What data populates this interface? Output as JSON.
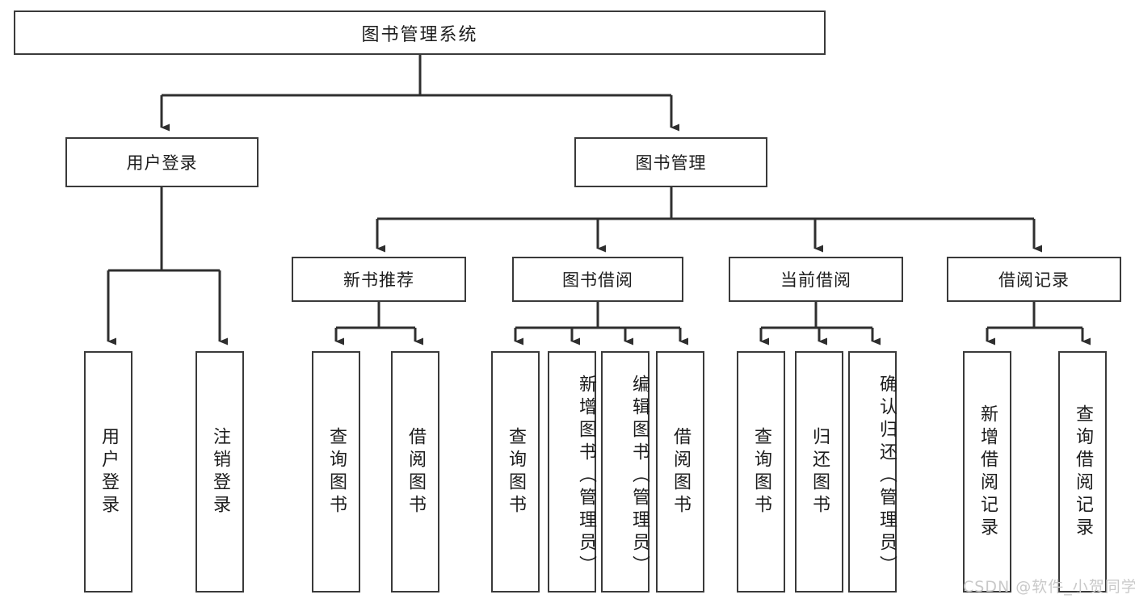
{
  "diagram": {
    "title": "图书管理系统",
    "type": "hierarchy-tree",
    "levels": {
      "root": {
        "label": "图书管理系统"
      },
      "level2": [
        {
          "label": "用户登录"
        },
        {
          "label": "图书管理"
        }
      ],
      "level3": [
        {
          "label": "新书推荐"
        },
        {
          "label": "图书借阅"
        },
        {
          "label": "当前借阅"
        },
        {
          "label": "借阅记录"
        }
      ],
      "leaves": [
        {
          "label": "用户登录",
          "parent": "用户登录"
        },
        {
          "label": "注销登录",
          "parent": "用户登录"
        },
        {
          "label": "查询图书",
          "parent": "新书推荐"
        },
        {
          "label": "借阅图书",
          "parent": "新书推荐"
        },
        {
          "label": "查询图书",
          "parent": "图书借阅"
        },
        {
          "label": "新增图书（管理员）",
          "parent": "图书借阅"
        },
        {
          "label": "编辑图书（管理员）",
          "parent": "图书借阅"
        },
        {
          "label": "借阅图书",
          "parent": "图书借阅"
        },
        {
          "label": "查询图书",
          "parent": "当前借阅"
        },
        {
          "label": "归还图书",
          "parent": "当前借阅"
        },
        {
          "label": "确认归还（管理员）",
          "parent": "当前借阅"
        },
        {
          "label": "新增借阅记录",
          "parent": "借阅记录"
        },
        {
          "label": "查询借阅记录",
          "parent": "借阅记录"
        }
      ]
    },
    "colors": {
      "border": "#3a3a3a",
      "background": "#ffffff",
      "text": "#1c1c1c",
      "watermark": "#c9c9c9"
    }
  },
  "watermark": {
    "text": "CSDN @软件_小贺同学"
  }
}
